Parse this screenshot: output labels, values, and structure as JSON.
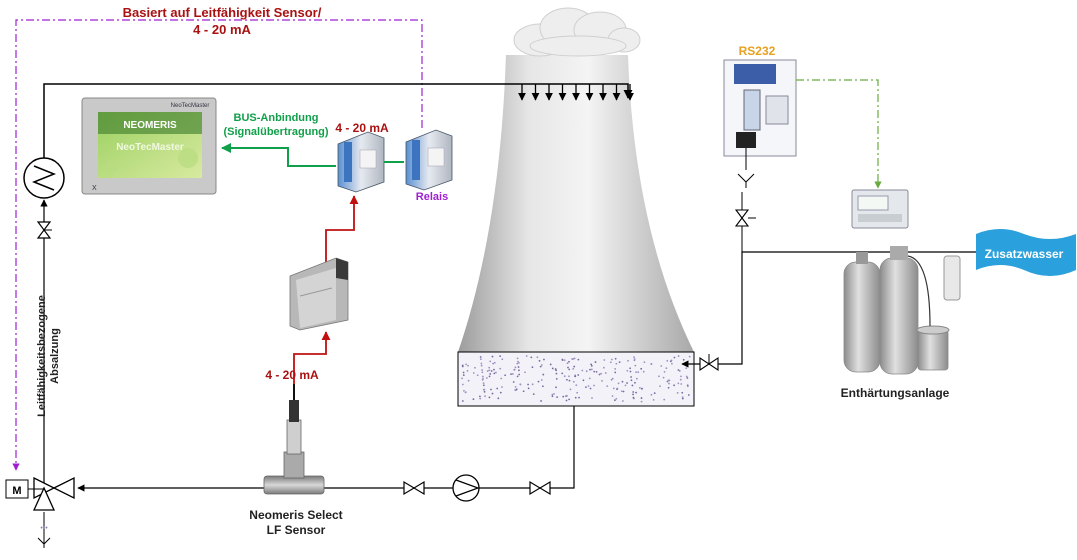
{
  "labels": {
    "top_line1": "Basiert auf Leitfähigkeit Sensor/",
    "top_line2": "4 - 20 mA",
    "bus_line1": "BUS-Anbindung",
    "bus_line2": "(Signalübertragung)",
    "ma_upper": "4 - 20 mA",
    "relais": "Relais",
    "rs232": "RS232",
    "zusatzwasser": "Zusatzwasser",
    "enthaertung": "Enthärtungsanlage",
    "ma_lower": "4 - 20 mA",
    "sensor_line1": "Neomeris Select",
    "sensor_line2": "LF Sensor",
    "vertical_line1": "Leitfähigkeitsbezogene",
    "vertical_line2": "Absalzung",
    "motor": "M"
  },
  "controller": {
    "title": "NeoTecMaster",
    "brand": "NEOMERIS",
    "screen_text": "NeoTecMaster",
    "badge": "X"
  },
  "colors": {
    "label_red": "#aa1111",
    "signal_green": "#11a04a",
    "relay_purple": "#a020d0",
    "rs232_orange": "#e8a020",
    "dashed_green": "#6aaa40",
    "zusatz_blue": "#2aa0dc",
    "pipe": "#000000"
  }
}
